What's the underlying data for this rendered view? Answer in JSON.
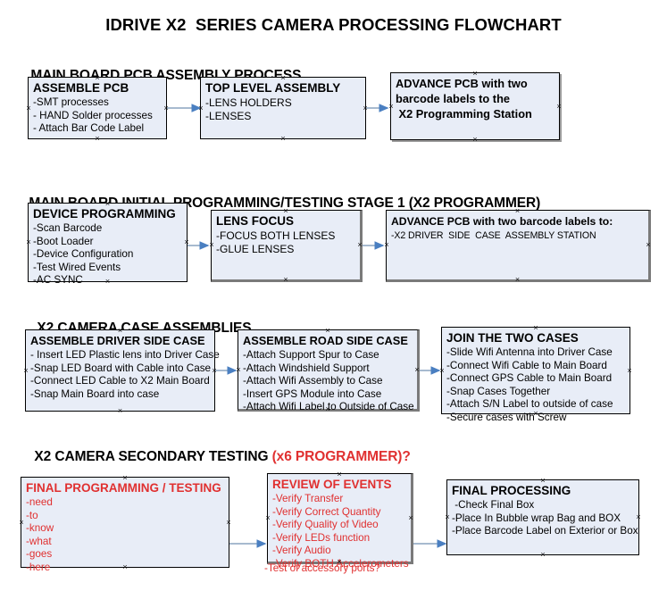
{
  "document": {
    "title": "IDRIVE X2  SERIES CAMERA PROCESSING FLOWCHART",
    "accent_red": "#e03030",
    "box_fill": "#e8edf7",
    "connector_color": "#8aa4bf"
  },
  "sections": [
    {
      "id": "main-board-pcb-assembly-process",
      "header": "MAIN BOARD PCB ASSEMBLY PROCESS",
      "header_red": "",
      "boxes": [
        {
          "id": "assemble-pcb",
          "title": "ASSEMBLE PCB",
          "lines": [
            "-SMT processes",
            "- HAND Solder processes",
            "- Attach Bar Code Label"
          ]
        },
        {
          "id": "top-level-assembly",
          "title": "TOP LEVEL ASSEMBLY",
          "lines": [
            "-LENS HOLDERS",
            "-LENSES"
          ]
        },
        {
          "id": "advance-pcb-to-x2-programming-station",
          "title": "ADVANCE PCB with two",
          "title_line2": "barcode labels to the",
          "title_line3": " X2 Programming Station",
          "lines": []
        }
      ]
    },
    {
      "id": "main-board-initial-programming-testing-stage-1",
      "header": "MAIN BOARD INITIAL PROGRAMMING/TESTING STAGE 1 (X2 PROGRAMMER)",
      "header_red": "",
      "boxes": [
        {
          "id": "device-programming",
          "title": "DEVICE PROGRAMMING",
          "lines": [
            "-Scan Barcode",
            "-Boot Loader",
            "-Device Configuration",
            "-Test Wired Events",
            "-AC SYNC"
          ]
        },
        {
          "id": "lens-focus",
          "title": "LENS FOCUS",
          "lines": [
            "-FOCUS BOTH LENSES",
            "-GLUE LENSES"
          ]
        },
        {
          "id": "advance-pcb-to-driver-side-case-assembly",
          "title": "ADVANCE PCB with two barcode labels to:",
          "lines": [
            "-X2 DRIVER  SIDE  CASE  ASSEMBLY STATION"
          ]
        }
      ]
    },
    {
      "id": "x2-camera-case-assemblies",
      "header": "X2 CAMERA CASE ASSEMBLIES",
      "header_red": "",
      "boxes": [
        {
          "id": "assemble-driver-side-case",
          "title": "ASSEMBLE DRIVER SIDE CASE",
          "lines": [
            "- Insert LED Plastic lens into Driver Case",
            "-Snap LED Board with Cable into Case",
            "-Connect LED Cable to X2 Main Board",
            "-Snap Main Board into case"
          ]
        },
        {
          "id": "assemble-road-side-case",
          "title": "ASSEMBLE ROAD SIDE CASE",
          "lines": [
            "-Attach Support Spur to Case",
            "-Attach Windshield Support",
            "-Attach Wifi Assembly to Case",
            "-Insert GPS Module into Case",
            "-Attach Wifi Label to Outside of Case"
          ]
        },
        {
          "id": "join-the-two-cases",
          "title": "JOIN THE TWO CASES",
          "lines": [
            "-Slide Wifi Antenna into Driver Case",
            "-Connect Wifi Cable to Main Board",
            "-Connect GPS Cable to Main Board",
            "-Snap Cases Together",
            "-Attach S/N Label to outside of case",
            "-Secure cases with Screw"
          ]
        }
      ]
    },
    {
      "id": "x2-camera-secondary-testing",
      "header": "X2 CAMERA SECONDARY TESTING ",
      "header_red": "(x6 PROGRAMMER)?",
      "boxes": [
        {
          "id": "final-programming-testing",
          "title": "FINAL PROGRAMMING / TESTING",
          "lines": [
            "-need",
            "-to",
            "-know",
            "-what",
            "-goes",
            "-here"
          ]
        },
        {
          "id": "review-of-events",
          "title": "REVIEW OF EVENTS",
          "lines": [
            "-Verify Transfer",
            "-Verify Correct Quantity",
            "-Verify Quality of Video",
            "-Verify LEDs function",
            "-Verify Audio",
            "-Verify BOTH Accelerometers"
          ],
          "overflow_line": "-Test of accessory ports?"
        },
        {
          "id": "final-processing",
          "title": "FINAL PROCESSING",
          "lines": [
            " -Check Final Box",
            "-Place In Bubble wrap Bag and BOX",
            "-Place Barcode Label on Exterior or Box"
          ]
        }
      ]
    }
  ]
}
